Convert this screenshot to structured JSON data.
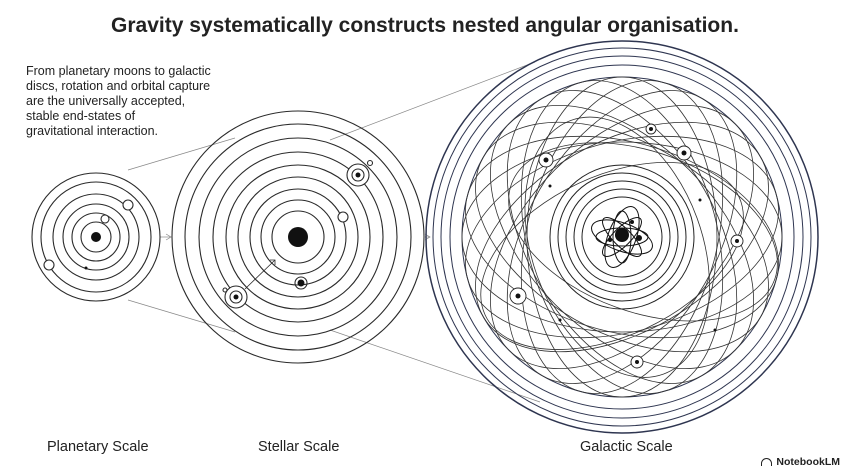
{
  "title": "Gravity systematically constructs nested angular organisation.",
  "intro": {
    "lines": [
      "From planetary moons to galactic",
      "discs, rotation and orbital capture",
      "are the universally accepted,",
      "stable end-states of",
      "gravitational interaction."
    ]
  },
  "panels": [
    {
      "label": "Planetary Scale"
    },
    {
      "label": "Stellar Scale"
    },
    {
      "label": "Galactic Scale"
    }
  ],
  "brand": {
    "name": "NotebookLM",
    "icon": "notebooklm-logo-icon"
  },
  "colors": {
    "ink": "#1f1f1f",
    "accent": "#2e3550"
  }
}
